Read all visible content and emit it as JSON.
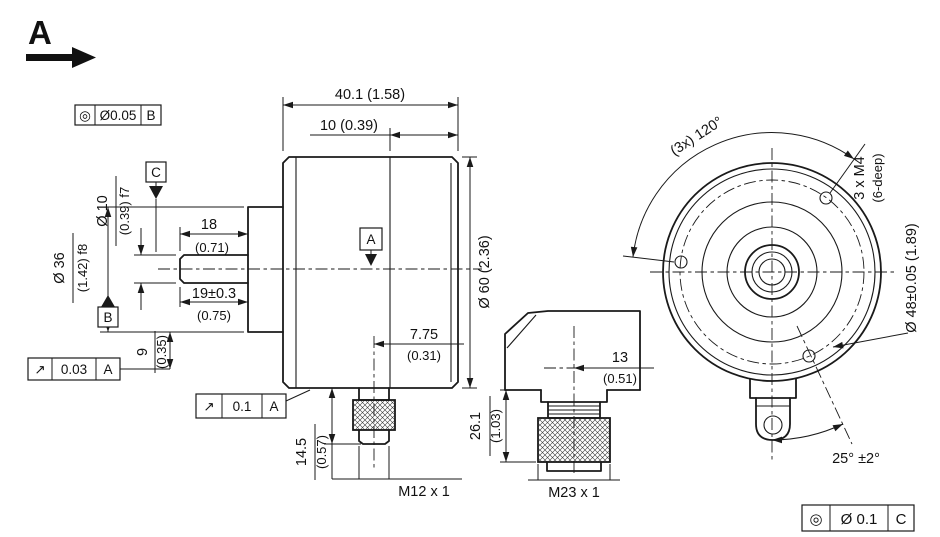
{
  "view_arrow": {
    "label": "A"
  },
  "side": {
    "w_total": "40.1 (1.58)",
    "w_rear": "10 (0.39)",
    "d_shaft_mm": "Ø 10",
    "d_shaft_in": "(0.39) f7",
    "d_flange_mm": "Ø 36",
    "d_flange_in": "(1.42) f8",
    "len_shaft_mm": "18",
    "len_shaft_in": "(0.71)",
    "len_usable_mm": "19±0.3",
    "len_usable_in": "(0.75)",
    "d_body": "Ø 60 (2.36)",
    "off_conn_mm": "7.75",
    "off_conn_in": "(0.31)",
    "h9_mm": "9",
    "h9_in": "(0.35)",
    "h145_mm": "14.5",
    "h145_in": "(0.57)",
    "thread_m12": "M12 x 1",
    "datum_a": "A",
    "datum_b": "B",
    "datum_c": "C",
    "fcf1": {
      "sym": "◎",
      "tol": "Ø0.05",
      "ref": "B"
    },
    "fcf2": {
      "sym": "↗",
      "tol": "0.03",
      "ref": "A"
    },
    "fcf3": {
      "sym": "↗",
      "tol": "0.1",
      "ref": "A"
    }
  },
  "mid": {
    "off13_mm": "13",
    "off13_in": "(0.51)",
    "h261_mm": "26.1",
    "h261_in": "(1.03)",
    "thread_m23": "M23 x 1"
  },
  "front": {
    "hole_pattern": "(3x) 120°",
    "m4_l1": "3 x M4",
    "m4_l2": "(6-deep)",
    "bolt_circle": "Ø 48±0.05 (1.89)",
    "angle": "25° ±2°",
    "fcf": {
      "sym": "◎",
      "tol": "Ø 0.1",
      "ref": "C"
    }
  }
}
